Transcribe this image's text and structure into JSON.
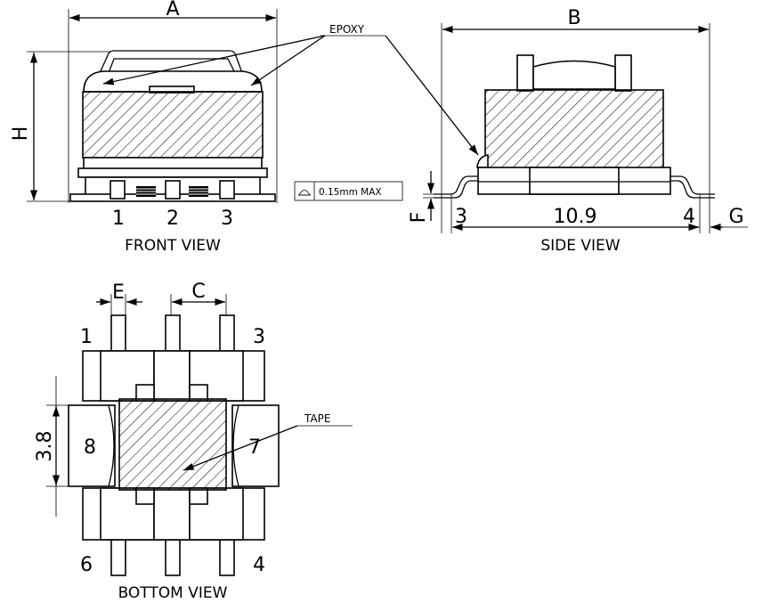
{
  "dimensions": {
    "a": "A",
    "b": "B",
    "c": "C",
    "e": "E",
    "f": "F",
    "g": "G",
    "h": "H",
    "length": "10.9",
    "width": "3.8"
  },
  "callouts": {
    "epoxy": "EPOXY",
    "tape": "TAPE",
    "coplanarity": "0.15mm MAX"
  },
  "views": {
    "front": "FRONT VIEW",
    "side": "SIDE VIEW",
    "bottom": "BOTTOM VIEW"
  },
  "pins": {
    "front": [
      "1",
      "2",
      "3"
    ],
    "side_left": "3",
    "side_right": "4",
    "bottom_top_left": "1",
    "bottom_top_right": "3",
    "bottom_bottom_left": "6",
    "bottom_bottom_right": "4",
    "bottom_left_pad": "8",
    "bottom_right_pad": "7"
  }
}
